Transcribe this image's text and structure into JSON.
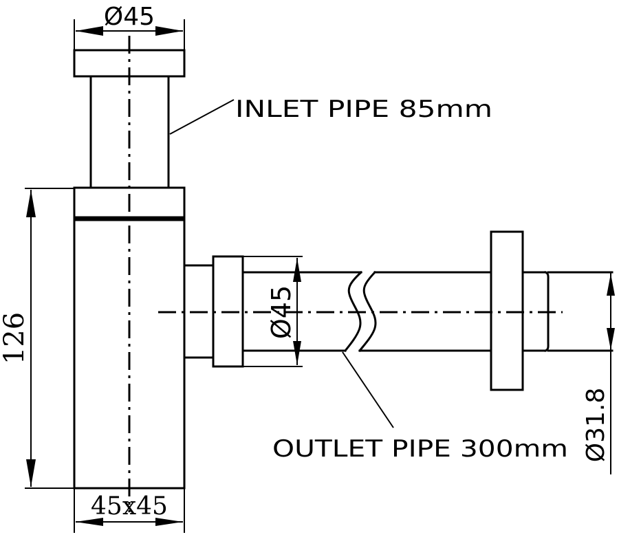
{
  "drawing": {
    "labels": {
      "inlet_diameter": "Ø45",
      "inlet_pipe": "INLET PIPE 85mm",
      "body_height": "126",
      "body_section": "45x45",
      "outlet_diameter": "Ø45",
      "outlet_pipe": "OUTLET PIPE 300mm",
      "outlet_end_diameter": "Ø31.8"
    },
    "colors": {
      "line": "#000000",
      "background": "#ffffff"
    }
  }
}
